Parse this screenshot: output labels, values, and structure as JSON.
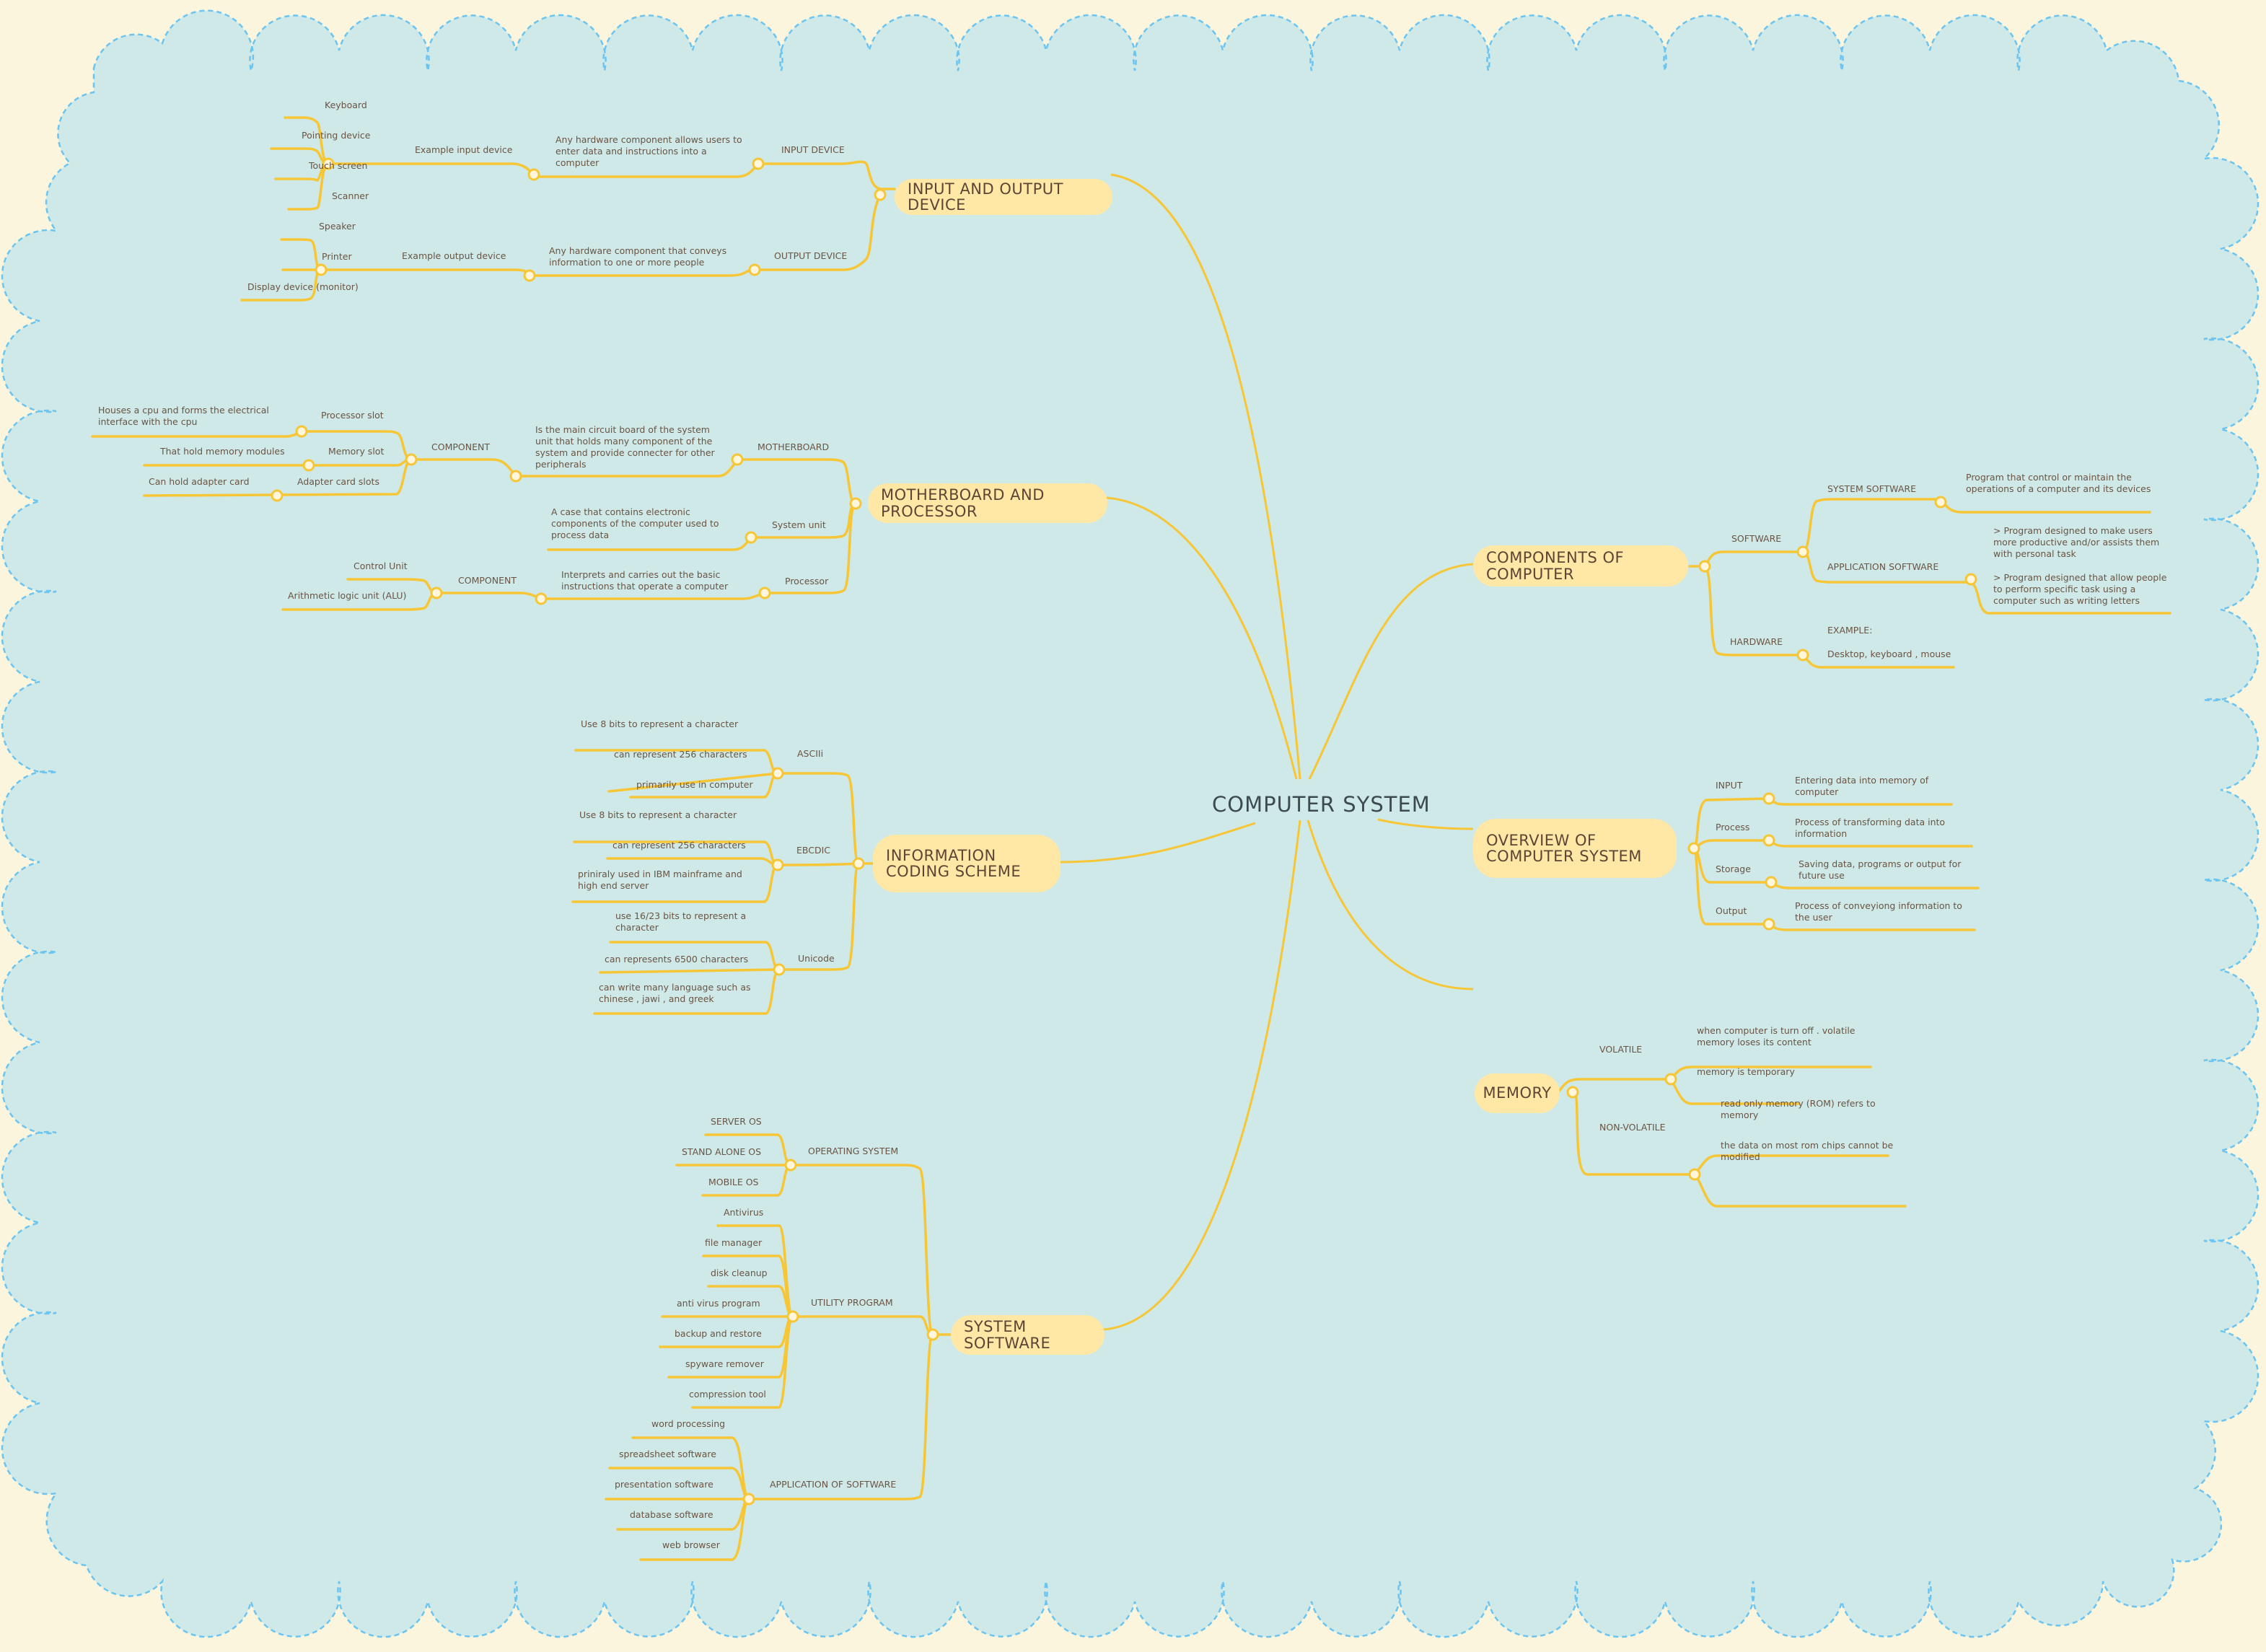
{
  "title": "COMPUTER SYSTEM",
  "colors": {
    "page_background": "#fbf5de",
    "cloud_fill": "#cfe9e8",
    "cloud_border": "#6cc4f0",
    "branch_line": "#f6c637",
    "topic_pill": "#ffe8a6",
    "topic_text": "#5c4535",
    "leaf_text": "#6a5443",
    "center_text": "#3d4a52"
  },
  "topics": {
    "io": {
      "label": "INPUT AND OUTPUT DEVICE",
      "input_device": {
        "label": "INPUT DEVICE",
        "definition": "Any hardware component allows users to enter data and instructions into a computer",
        "example_label": "Example input device",
        "examples": [
          "Keyboard",
          "Pointing device",
          "Touch screen",
          "Scanner"
        ]
      },
      "output_device": {
        "label": "OUTPUT DEVICE",
        "definition": "Any hardware component that conveys information to one or more people",
        "example_label": "Example output device",
        "examples": [
          "Speaker",
          "Printer",
          "Display device (monitor)"
        ]
      }
    },
    "mb": {
      "label": "MOTHERBOARD AND PROCESSOR",
      "motherboard": {
        "label": "MOTHERBOARD",
        "definition": "Is the main circuit board of the system unit that holds many component of the system and provide connecter for other peripherals",
        "component_label": "COMPONENT",
        "components": [
          {
            "label": "Processor slot",
            "detail": "Houses a cpu and forms the electrical interface with the cpu"
          },
          {
            "label": "Memory slot",
            "detail": "That hold memory modules"
          },
          {
            "label": "Adapter card slots",
            "detail": "Can hold adapter card"
          }
        ]
      },
      "system_unit": {
        "label": "System unit",
        "definition": "A case that contains electronic components of the computer used to process data"
      },
      "processor": {
        "label": "Processor",
        "definition": "Interprets and carries out the basic instructions that operate a computer",
        "component_label": "COMPONENT",
        "components": [
          "Control Unit",
          "Arithmetic logic unit (ALU)"
        ]
      }
    },
    "ics": {
      "label": "INFORMATION CODING SCHEME",
      "ascii": {
        "label": "ASCIIi",
        "items": [
          "Use 8 bits to represent a character",
          "can represent 256 characters",
          "primarily use in computer"
        ]
      },
      "ebcdic": {
        "label": "EBCDIC",
        "items": [
          "Use 8 bits to represent a character",
          "can represent 256 characters",
          "priniraly used in IBM mainframe and high end server"
        ]
      },
      "unicode": {
        "label": "Unicode",
        "items": [
          "use 16/23 bits to represent a character",
          "can represents 6500 characters",
          "can write many language such as chinese , jawi , and greek"
        ]
      }
    },
    "ss": {
      "label": "SYSTEM SOFTWARE",
      "os": {
        "label": "OPERATING SYSTEM",
        "items": [
          "SERVER OS",
          "STAND ALONE OS",
          "MOBILE OS"
        ]
      },
      "utility": {
        "label": "UTILITY PROGRAM",
        "items": [
          "Antivirus",
          "file manager",
          "disk cleanup",
          "anti virus program",
          "backup and restore",
          "spyware remover",
          "compression tool"
        ]
      },
      "app": {
        "label": "APPLICATION OF SOFTWARE",
        "items": [
          "word processing",
          "spreadsheet software",
          "presentation software",
          "database software",
          "web browser"
        ]
      }
    },
    "coc": {
      "label": "COMPONENTS OF COMPUTER",
      "software": {
        "label": "SOFTWARE",
        "system_software": {
          "label": "SYSTEM SOFTWARE",
          "definition": "Program that control or maintain the operations of a computer and its devices"
        },
        "application_software": {
          "label": "APPLICATION SOFTWARE",
          "definition_1": "> Program designed to make users more productive and/or assists them with personal task",
          "definition_2": "> Program designed that allow people to perform specific task using a computer such as writing letters"
        }
      },
      "hardware": {
        "label": "HARDWARE",
        "example_title": "EXAMPLE:",
        "example_text": "Desktop, keyboard , mouse"
      }
    },
    "ocs": {
      "label": "OVERVIEW OF COMPUTER SYSTEM",
      "items": [
        {
          "label": "INPUT",
          "detail": "Entering data into memory of computer"
        },
        {
          "label": "Process",
          "detail": "Process of transforming data into information"
        },
        {
          "label": "Storage",
          "detail": "Saving data, programs or output for future use"
        },
        {
          "label": "Output",
          "detail": "Process of conveyiong information to the user"
        }
      ]
    },
    "mem": {
      "label": "MEMORY",
      "volatile": {
        "label": "VOLATILE",
        "items": [
          "when computer is turn off . volatile memory loses its content",
          "memory is temporary"
        ]
      },
      "non_volatile": {
        "label": "NON-VOLATILE",
        "items": [
          "read only memory (ROM) refers to memory",
          "the data on most rom chips cannot be modified"
        ]
      }
    }
  }
}
